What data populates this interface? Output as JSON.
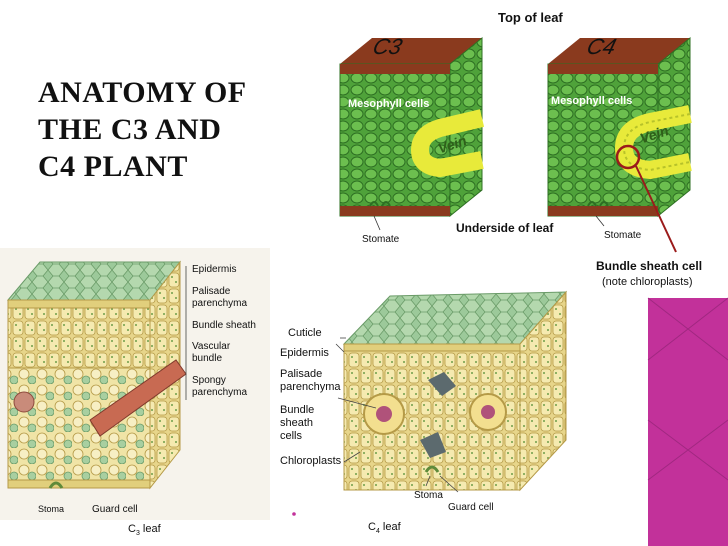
{
  "slide": {
    "title_lines": [
      "ANATOMY OF",
      "THE C3 AND",
      "C4 PLANT"
    ]
  },
  "top_diagram": {
    "top_label": "Top of leaf",
    "c3_block": {
      "tag": "C3",
      "mesophyll": "Mesophyll cells",
      "vein": "Vein",
      "stomate": "Stomate"
    },
    "c4_block": {
      "tag": "C4",
      "mesophyll": "Mesophyll cells",
      "vein": "Vein",
      "stomate": "Stomate"
    },
    "underside_label": "Underside of leaf",
    "bundle_sheath_label": "Bundle sheath cell",
    "bundle_sheath_note": "(note chloroplasts)"
  },
  "c3_leaf": {
    "labels": {
      "epidermis": "Epidermis",
      "palisade_1": "Palisade",
      "palisade_2": "parenchyma",
      "bundle_sheath": "Bundle sheath",
      "vascular_1": "Vascular",
      "vascular_2": "bundle",
      "spongy_1": "Spongy",
      "spongy_2": "parenchyma",
      "stoma": "Stoma",
      "guard_cell": "Guard cell",
      "caption_c": "C",
      "caption_sub": "3",
      "caption_rest": " leaf"
    }
  },
  "c4_leaf": {
    "labels": {
      "cuticle": "Cuticle",
      "epidermis": "Epidermis",
      "palisade_1": "Palisade",
      "palisade_2": "parenchyma",
      "bundle_1": "Bundle",
      "bundle_2": "sheath",
      "bundle_3": "cells",
      "chloroplasts": "Chloroplasts",
      "stoma": "Stoma",
      "guard_cell": "Guard cell",
      "caption_c": "C",
      "caption_sub": "4",
      "caption_rest": " leaf"
    }
  },
  "colors": {
    "leaf_green": "#4fa23a",
    "dark_green": "#2d6f22",
    "epidermis_brown": "#8a3a1e",
    "vein_yellow": "#e8ea3a",
    "cell_yellow": "#f3e7a8",
    "cell_green": "#9cc99a",
    "pointer_red": "#9b1b1b",
    "accent_magenta": "#c2319a"
  }
}
